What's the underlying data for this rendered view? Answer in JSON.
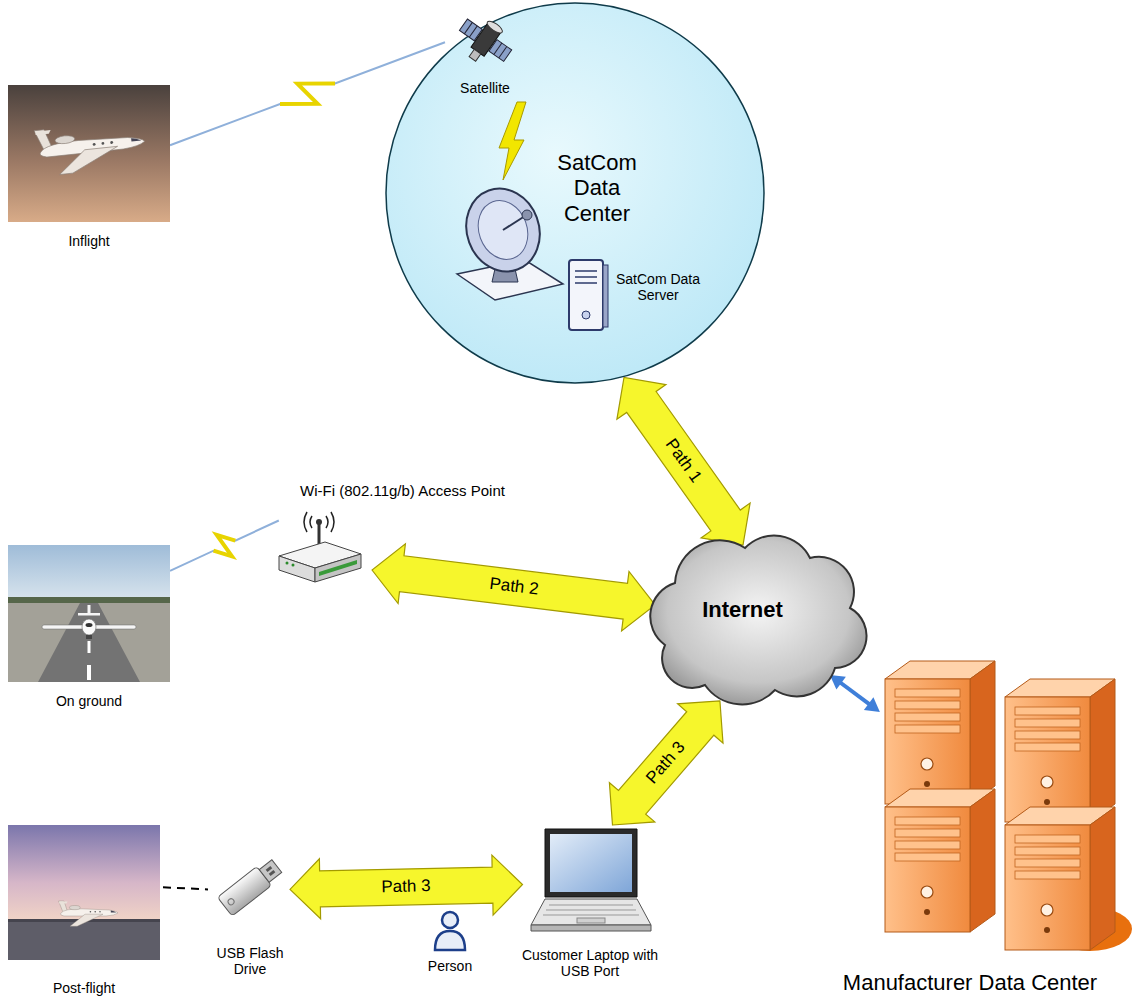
{
  "diagram": {
    "nodes": [
      {
        "text": [
          "SatCom Data Center"
        ]
      },
      {
        "text": [
          "Satellite"
        ],
        "in": 0
      },
      {
        "text": [
          "SatCom Data Server"
        ],
        "in": 0
      },
      {
        "text": [
          "Inflight"
        ]
      },
      {
        "text": [
          "Wi-Fi (802.11g/b) Access Point"
        ]
      },
      {
        "text": [
          "On ground"
        ]
      },
      {
        "text": [
          "Internet"
        ]
      },
      {
        "text": [
          "Post-flight"
        ]
      },
      {
        "text": [
          "USB Flash Drive"
        ]
      },
      {
        "text": [
          "Person"
        ]
      },
      {
        "text": [
          "Customer Laptop with USB Port"
        ]
      },
      {
        "text": [
          "Manufacturer Data Center"
        ]
      }
    ],
    "edges": [
      {
        "from": 3,
        "to": 1,
        "arrow": "none"
      },
      {
        "from": 0,
        "to": 6,
        "label": "Path 1",
        "arrow": "both"
      },
      {
        "from": 5,
        "to": 4,
        "arrow": "none"
      },
      {
        "from": 4,
        "to": 6,
        "label": "Path 2",
        "arrow": "both"
      },
      {
        "from": 10,
        "to": 6,
        "label": "Path 3",
        "arrow": "both"
      },
      {
        "from": 7,
        "to": 8,
        "arrow": "none"
      },
      {
        "from": 8,
        "to": 10,
        "label": "Path 3",
        "arrow": "both"
      },
      {
        "from": 6,
        "to": 11,
        "arrow": "both"
      }
    ]
  }
}
